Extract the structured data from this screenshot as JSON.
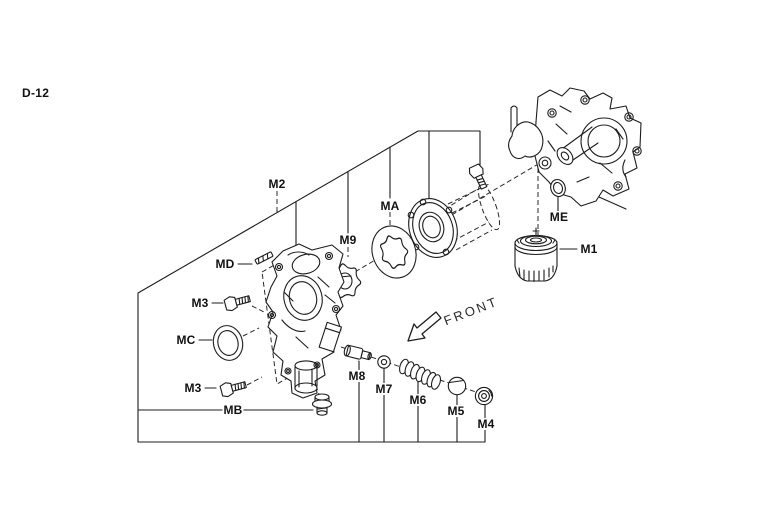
{
  "page": {
    "drawing_code": "D-12"
  },
  "diagram": {
    "orientation_label": "FRONT",
    "part_labels": [
      {
        "ref": "M1"
      },
      {
        "ref": "M2"
      },
      {
        "ref": "M3"
      },
      {
        "ref": "M3"
      },
      {
        "ref": "M4"
      },
      {
        "ref": "M5"
      },
      {
        "ref": "M6"
      },
      {
        "ref": "M7"
      },
      {
        "ref": "M8"
      },
      {
        "ref": "M9"
      },
      {
        "ref": "MA"
      },
      {
        "ref": "MB"
      },
      {
        "ref": "MC"
      },
      {
        "ref": "MD"
      },
      {
        "ref": "ME"
      }
    ],
    "colors": {
      "line": "#1c1c1c",
      "background": "#ffffff"
    }
  }
}
